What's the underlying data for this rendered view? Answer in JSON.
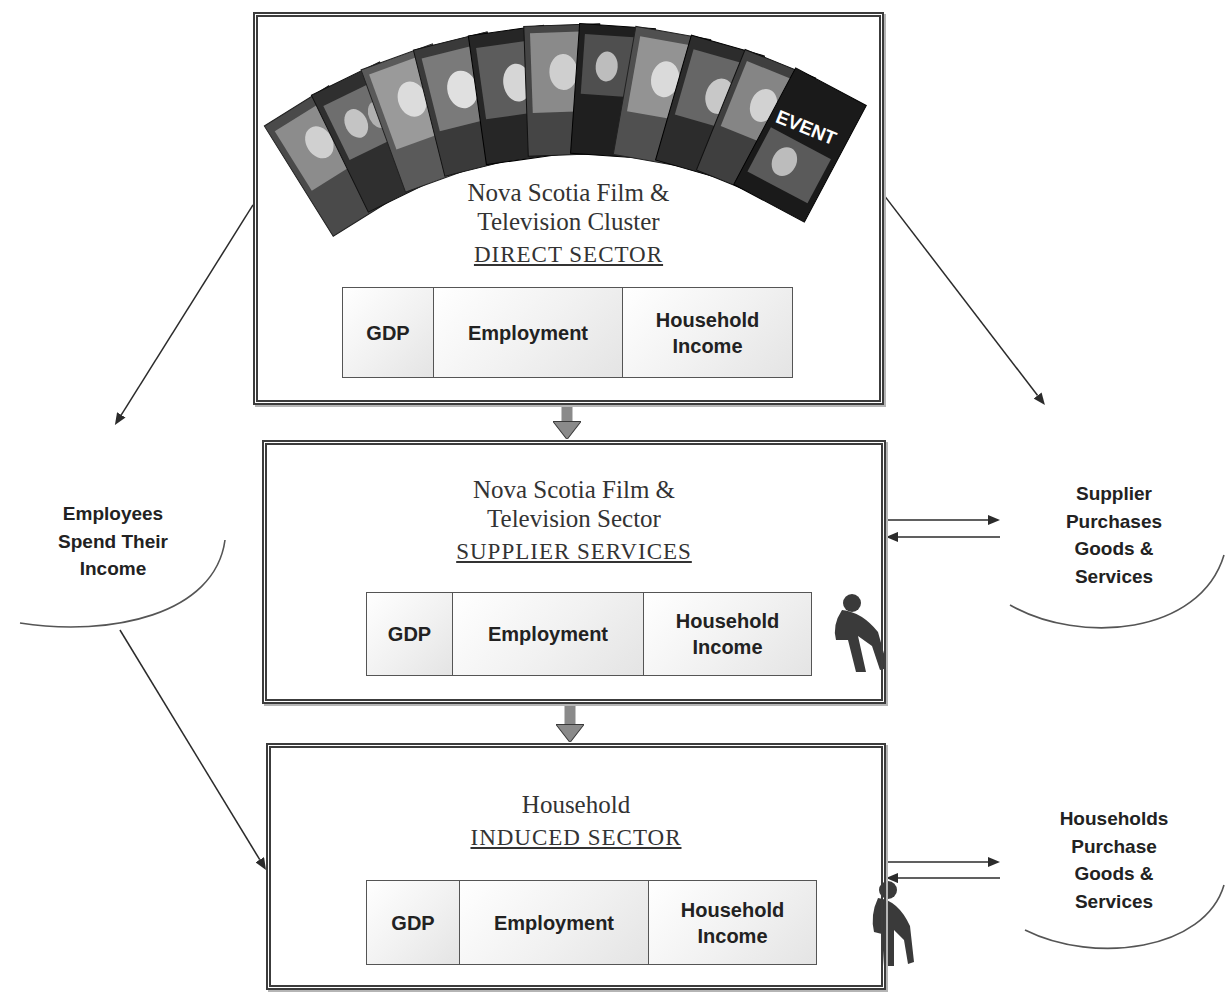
{
  "diagram": {
    "nodes": [
      {
        "text": [
          "Nova Scotia Film & Television Cluster",
          "DIRECT SECTOR"
        ]
      },
      {
        "text": [
          "GDP"
        ],
        "in": 0
      },
      {
        "text": [
          "Employment"
        ],
        "in": 0
      },
      {
        "text": [
          "Household Income"
        ],
        "in": 0
      },
      {
        "text": [
          "Nova Scotia Film & Television Sector",
          "SUPPLIER SERVICES"
        ]
      },
      {
        "text": [
          "GDP"
        ],
        "in": 4
      },
      {
        "text": [
          "Employment"
        ],
        "in": 4
      },
      {
        "text": [
          "Household Income"
        ],
        "in": 4
      },
      {
        "text": [
          "Household",
          "INDUCED SECTOR"
        ]
      },
      {
        "text": [
          "GDP"
        ],
        "in": 8
      },
      {
        "text": [
          "Employment"
        ],
        "in": 8
      },
      {
        "text": [
          "Household Income"
        ],
        "in": 8
      },
      {
        "text": [
          "Employees Spend Their Income"
        ]
      },
      {
        "text": [
          "Supplier Purchases Goods & Services"
        ]
      },
      {
        "text": [
          "Households Purchase Goods & Services"
        ]
      }
    ],
    "edges": [
      {
        "from": 0,
        "to": 4,
        "arrow": "to"
      },
      {
        "from": 4,
        "to": 8,
        "arrow": "to"
      },
      {
        "from": 0,
        "to": 12,
        "arrow": "to"
      },
      {
        "from": 12,
        "to": 8,
        "arrow": "to"
      },
      {
        "from": 0,
        "to": 13,
        "arrow": "to"
      },
      {
        "from": 4,
        "to": 13,
        "arrow": "to"
      },
      {
        "from": 13,
        "to": 4,
        "arrow": "to"
      },
      {
        "from": 8,
        "to": 14,
        "arrow": "to"
      },
      {
        "from": 14,
        "to": 8,
        "arrow": "to"
      }
    ],
    "labels": [
      "EVENT"
    ]
  }
}
